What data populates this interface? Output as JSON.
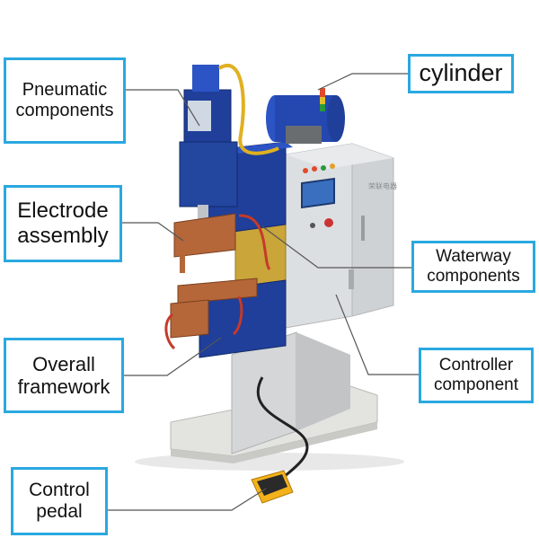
{
  "labels": {
    "pneumatic": [
      "Pneumatic",
      "components"
    ],
    "electrode": [
      "Electrode",
      "assembly"
    ],
    "framework": [
      "Overall",
      "framework"
    ],
    "pedal": [
      "Control",
      "pedal"
    ],
    "cylinder": "cylinder",
    "waterway": [
      "Waterway",
      "components"
    ],
    "controller": [
      "Controller",
      "component"
    ]
  },
  "brand_text": "荣联电器",
  "colors": {
    "label_border": "#2aa8e0",
    "machine_body": "#d9dcdf",
    "machine_blue": "#1f3f9a",
    "copper": "#b5673a",
    "yellow_panel": "#c9a53a",
    "pedal": "#f3b21a",
    "screen": "#3a6fc0"
  }
}
